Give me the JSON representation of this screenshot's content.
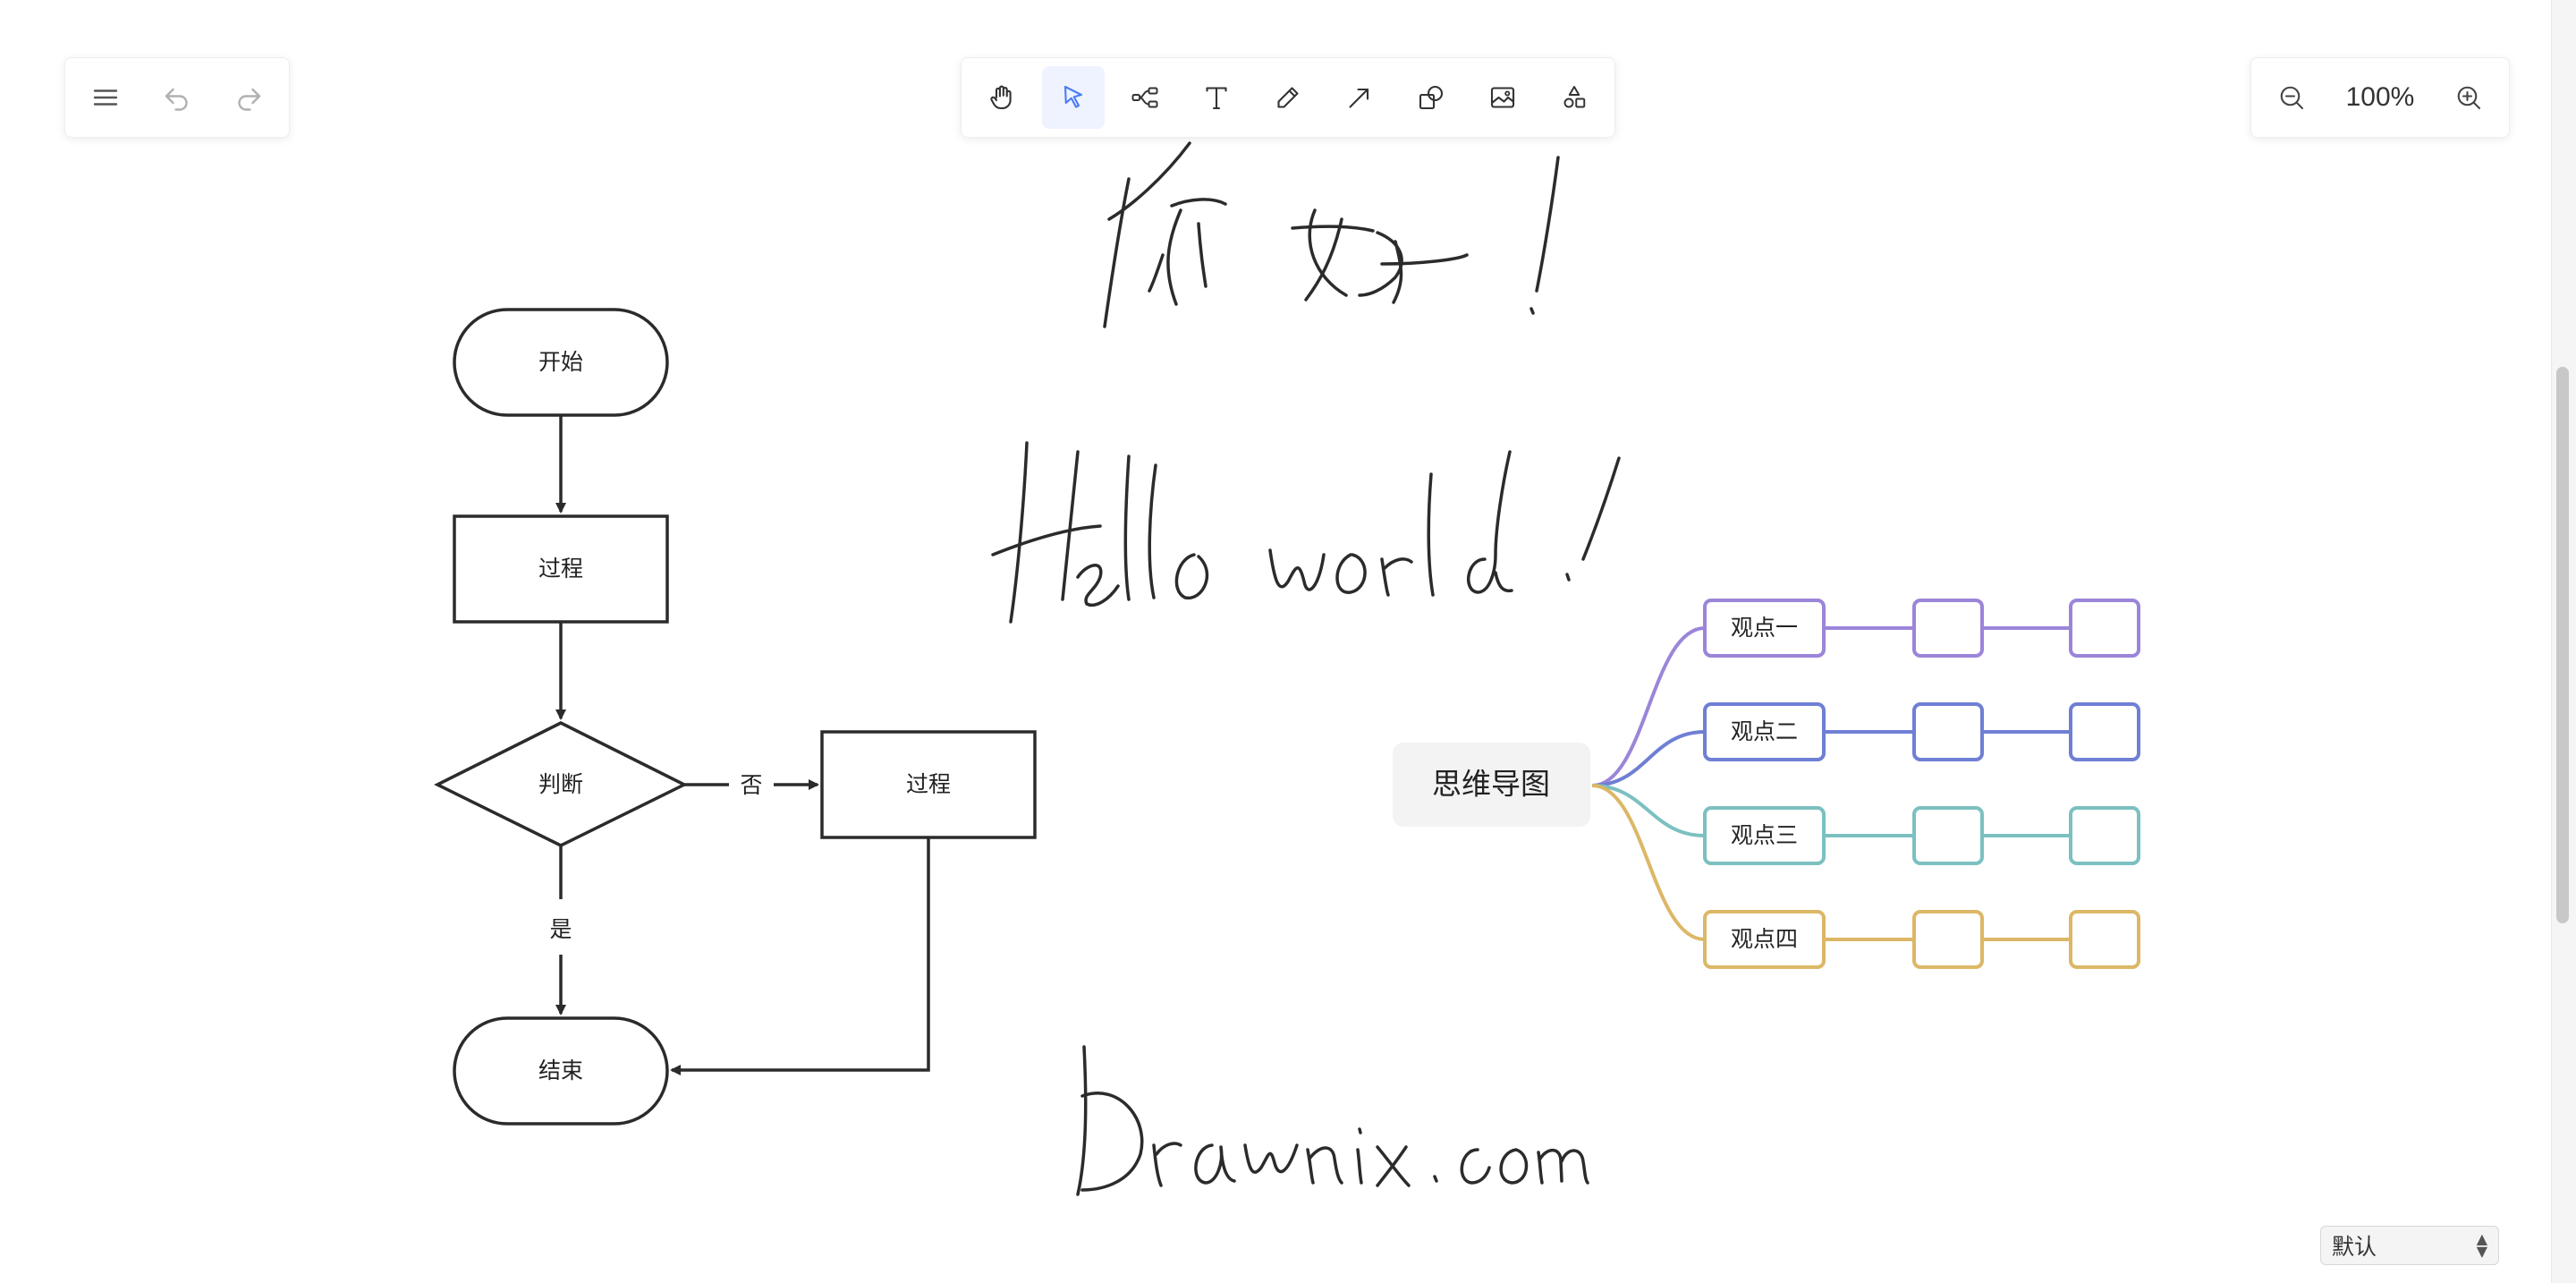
{
  "left_toolbar": {
    "menu_icon": "hamburger-menu-icon",
    "undo_icon": "undo-icon",
    "redo_icon": "redo-icon"
  },
  "main_toolbar": {
    "tools": [
      {
        "id": "hand",
        "icon": "hand-icon",
        "active": false
      },
      {
        "id": "select",
        "icon": "pointer-icon",
        "active": true
      },
      {
        "id": "mind",
        "icon": "mindmap-icon",
        "active": false
      },
      {
        "id": "text",
        "icon": "text-icon",
        "active": false
      },
      {
        "id": "pen",
        "icon": "pencil-icon",
        "active": false
      },
      {
        "id": "arrow",
        "icon": "arrow-icon",
        "active": false
      },
      {
        "id": "shape",
        "icon": "shape-icon",
        "active": false
      },
      {
        "id": "image",
        "icon": "image-icon",
        "active": false
      },
      {
        "id": "extra",
        "icon": "more-shapes-icon",
        "active": false
      }
    ],
    "active_color": "#4a7cf7"
  },
  "zoom": {
    "level": "100%",
    "zoom_out_icon": "zoom-out-icon",
    "zoom_in_icon": "zoom-in-icon"
  },
  "flowchart": {
    "start": "开始",
    "process1": "过程",
    "decision": "判断",
    "no_label": "否",
    "process2": "过程",
    "yes_label": "是",
    "end": "结束"
  },
  "handwriting": {
    "line1": "你好！",
    "line2": "Hello world！",
    "line3": "Drawnix.com"
  },
  "mindmap": {
    "root": "思维导图",
    "branches": [
      {
        "label": "观点一",
        "color": "#9b85d9"
      },
      {
        "label": "观点二",
        "color": "#6f7fd4"
      },
      {
        "label": "观点三",
        "color": "#7cc0c0"
      },
      {
        "label": "观点四",
        "color": "#dcb766"
      }
    ]
  },
  "theme_select": {
    "value": "默认"
  },
  "colors": {
    "stroke": "#2b2b2b",
    "toolbar_border": "#eceef2",
    "mm_root_bg": "#f3f3f3"
  }
}
